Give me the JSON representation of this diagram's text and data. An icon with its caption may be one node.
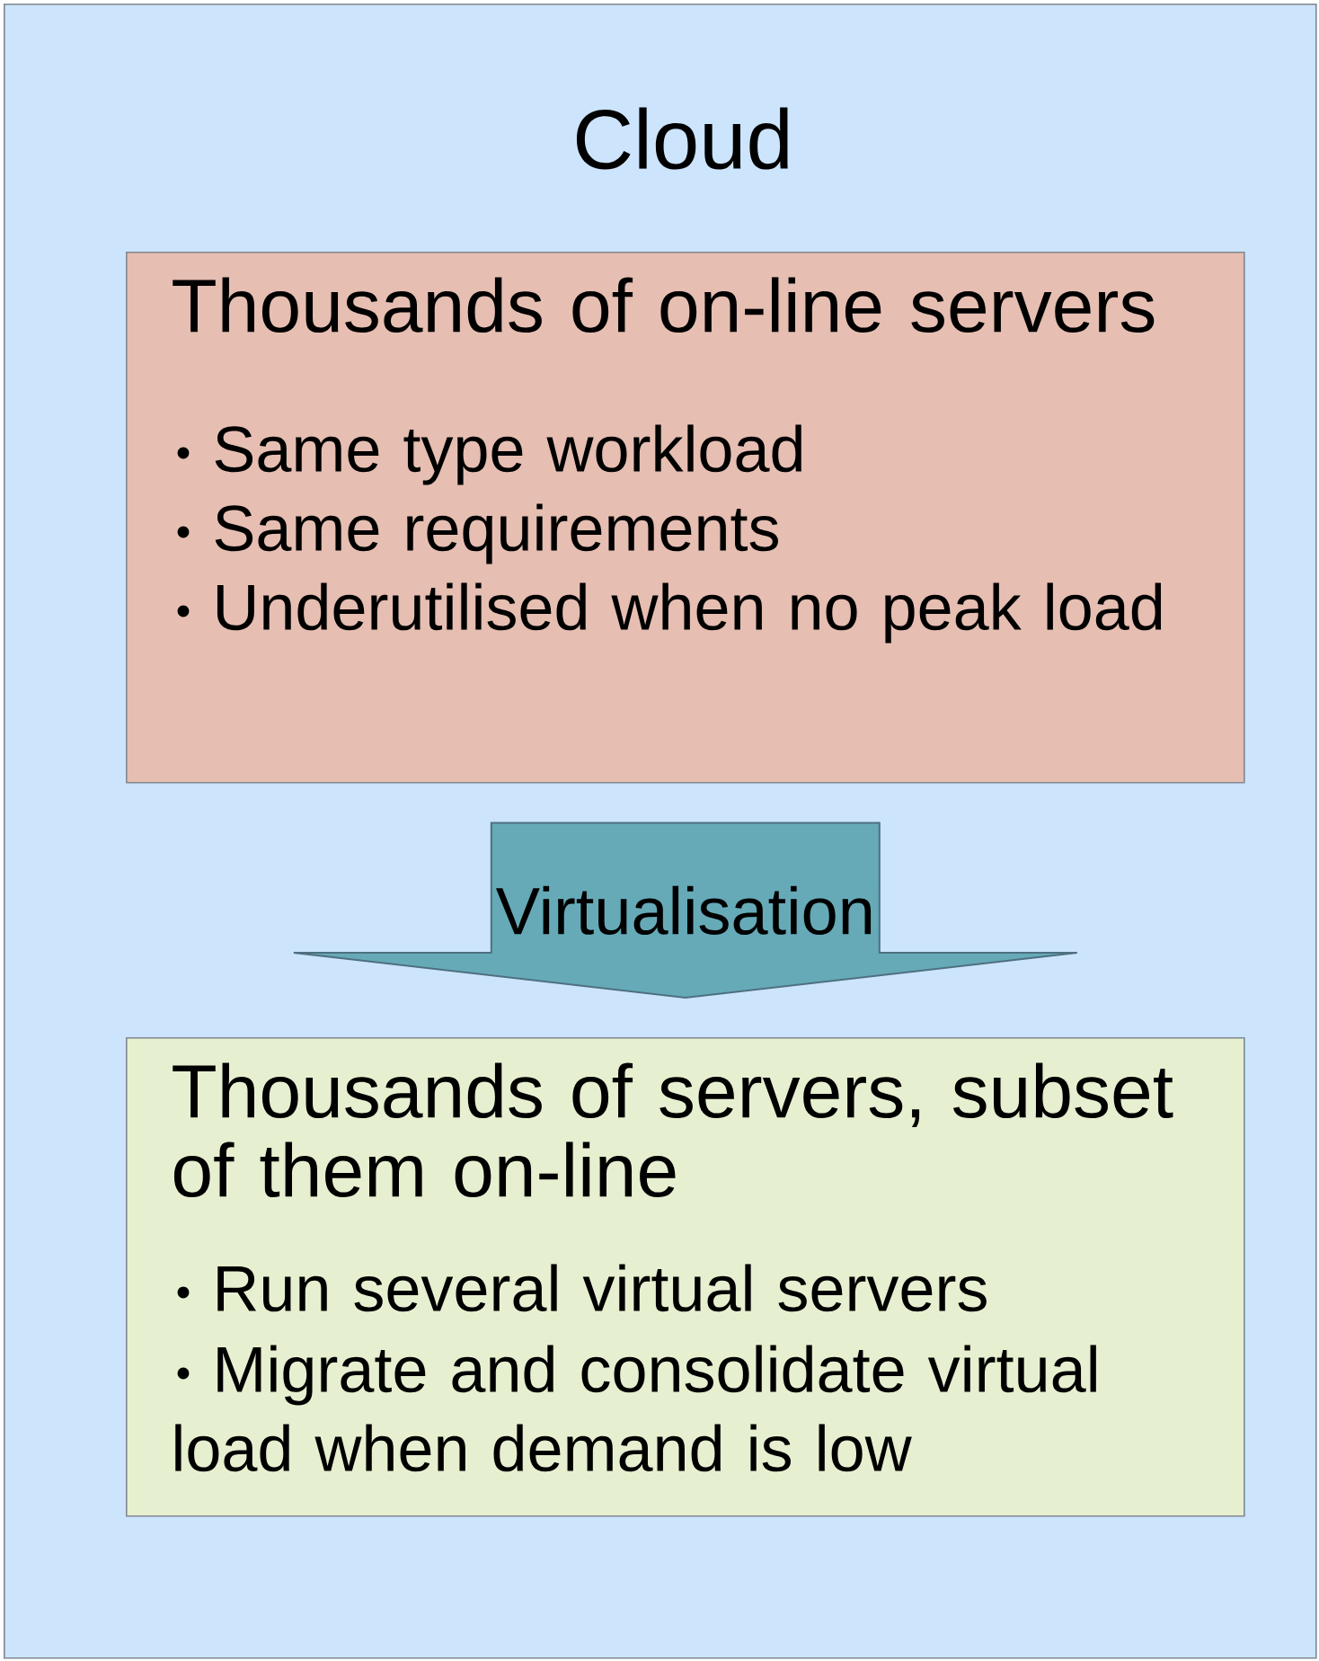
{
  "diagram": {
    "nodes": [
      {
        "text": [
          "Cloud"
        ]
      },
      {
        "text": [
          "Thousands of on-line servers",
          "Same type workload",
          "Same requirements",
          "Underutilised when no peak load"
        ],
        "in": 0
      },
      {
        "text": [
          "Thousands of servers, subset of them on-line",
          "Run several virtual servers",
          "Migrate and consolidate virtual load when demand is low"
        ],
        "in": 0
      }
    ],
    "edges": [
      {
        "from": 1,
        "to": 2,
        "arrow": "to",
        "label": "Virtualisation"
      }
    ]
  }
}
